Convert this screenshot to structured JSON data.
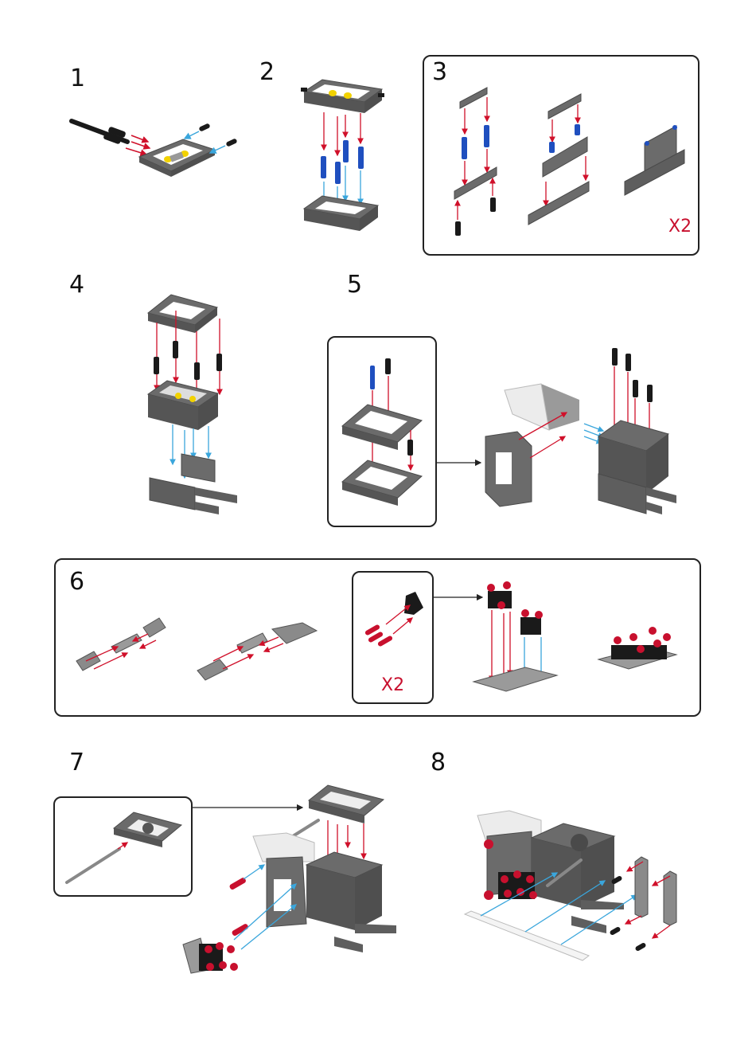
{
  "document": {
    "type": "assembly-instructions",
    "colors": {
      "frame_gray": "#6b6b6b",
      "frame_dark": "#4a4a4a",
      "hole": "#bdbdbd",
      "pin_black": "#1a1a1a",
      "pin_blue": "#1f4fbf",
      "pin_red": "#c8102e",
      "arrow_red": "#d0102a",
      "arrow_blue": "#3aa6dc",
      "worm_yellow": "#f2d200",
      "motor_white": "#ececec"
    }
  },
  "steps": [
    {
      "number": "1"
    },
    {
      "number": "2"
    },
    {
      "number": "3",
      "multiplier": "X2"
    },
    {
      "number": "4"
    },
    {
      "number": "5"
    },
    {
      "number": "6",
      "sub_multiplier": "X2"
    },
    {
      "number": "7"
    },
    {
      "number": "8"
    }
  ]
}
